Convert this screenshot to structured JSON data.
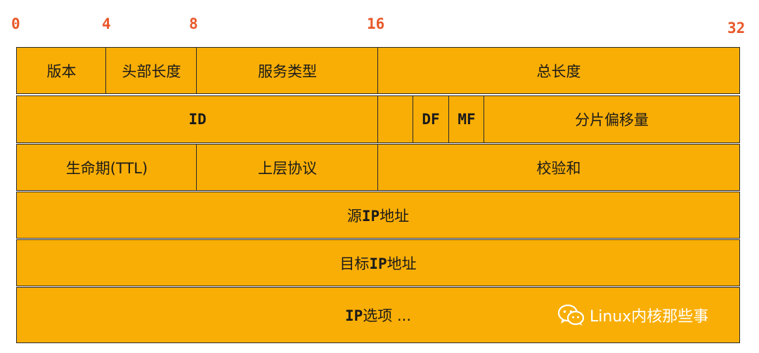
{
  "bit_positions": [
    "0",
    "4",
    "8",
    "16",
    "32"
  ],
  "header": {
    "version": "版本",
    "header_length": "头部长度",
    "service_type": "服务类型",
    "total_length": "总长度",
    "id": "ID",
    "reserved": "",
    "df": "DF",
    "mf": "MF",
    "fragment_offset": "分片偏移量",
    "ttl": "生命期(TTL)",
    "protocol": "上层协议",
    "checksum": "校验和",
    "source_ip_prefix": "源",
    "source_ip_ip": "IP",
    "source_ip_suffix": "地址",
    "dest_ip_prefix": "目标",
    "dest_ip_ip": "IP",
    "dest_ip_suffix": "地址",
    "options_ip": "IP",
    "options_suffix": "选项 ..."
  },
  "watermark": {
    "text": "Linux内核那些事",
    "icon": "wechat-icon"
  },
  "colors": {
    "cell_fill": "#f9ae05",
    "border": "#2a2a2a",
    "bit_label": "#e8582a"
  }
}
